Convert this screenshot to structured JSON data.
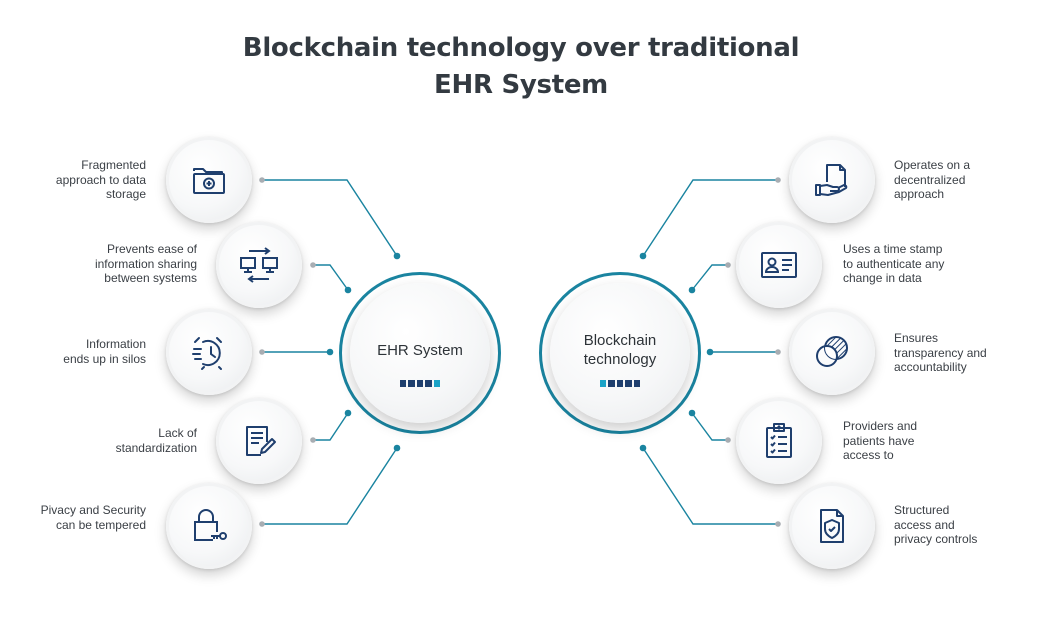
{
  "title": {
    "line1": "Blockchain technology over traditional",
    "line2": "EHR System"
  },
  "colors": {
    "accent": "#1a84a0",
    "icon": "#1f3f6e",
    "square_dark": "#1f3f6e",
    "square_light": "#1ba3c7"
  },
  "hubs": {
    "ehr": {
      "label": "EHR System"
    },
    "blockchain": {
      "line1": "Blockchain",
      "line2": "technology"
    }
  },
  "left_items": [
    {
      "line1": "Fragmented",
      "line2": "approach to data",
      "line3": "storage",
      "icon": "folder-icon"
    },
    {
      "line1": "Prevents ease of",
      "line2": "information sharing",
      "line3": "between systems",
      "icon": "computers-exchange-icon"
    },
    {
      "line1": "Information",
      "line2": "ends up in silos",
      "icon": "alarm-clock-icon"
    },
    {
      "line1": "Lack of",
      "line2": "standardization",
      "icon": "document-edit-icon"
    },
    {
      "line1": "Pivacy and Security",
      "line2": "can be tempered",
      "icon": "lock-key-icon"
    }
  ],
  "right_items": [
    {
      "line1": "Operates on a",
      "line2": "decentralized",
      "line3": "approach",
      "icon": "hand-document-icon"
    },
    {
      "line1": "Uses a time stamp",
      "line2": "to authenticate any",
      "line3": "change in data",
      "icon": "id-card-icon"
    },
    {
      "line1": "Ensures",
      "line2": "transparency and",
      "line3": "accountability",
      "icon": "overlap-circles-icon"
    },
    {
      "line1": "Providers and",
      "line2": "patients have",
      "line3": "access to",
      "icon": "clipboard-checklist-icon"
    },
    {
      "line1": "Structured",
      "line2": "access and",
      "line3": "privacy controls",
      "icon": "shield-document-icon"
    }
  ]
}
